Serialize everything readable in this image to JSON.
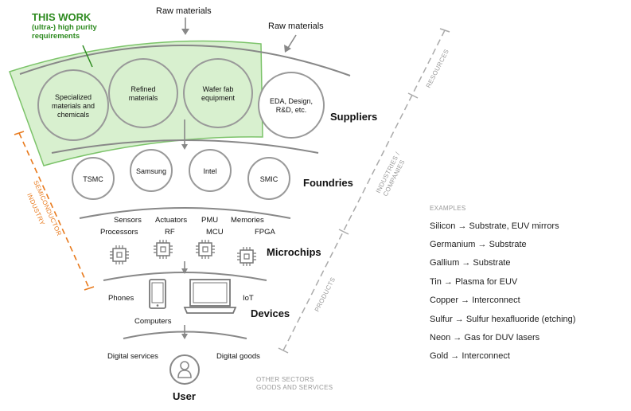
{
  "highlight": {
    "title": "THIS WORK",
    "subtitle_line1": "(ultra-) high purity",
    "subtitle_line2": "requirements",
    "color": "#2d8a1f",
    "fill": "#d8f0cf"
  },
  "raw_materials": {
    "top_label": "Raw materials",
    "side_label": "Raw materials"
  },
  "suppliers": {
    "title": "Suppliers",
    "nodes": [
      {
        "line1": "Specialized",
        "line2": "materials and",
        "line3": "chemicals"
      },
      {
        "line1": "Refined",
        "line2": "materials"
      },
      {
        "line1": "Wafer fab",
        "line2": "equipment"
      },
      {
        "line1": "EDA, Design,",
        "line2": "R&D, etc."
      }
    ]
  },
  "foundries": {
    "title": "Foundries",
    "nodes": [
      "TSMC",
      "Samsung",
      "Intel",
      "SMIC"
    ]
  },
  "microchips": {
    "title": "Microchips",
    "row1": [
      "Sensors",
      "Actuators",
      "PMU",
      "Memories"
    ],
    "row2": [
      "Processors",
      "RF",
      "MCU",
      "FPGA"
    ]
  },
  "devices": {
    "title": "Devices",
    "phones": "Phones",
    "computers": "Computers",
    "iot": "IoT"
  },
  "user": {
    "title": "User",
    "digital_services": "Digital services",
    "digital_goods": "Digital goods"
  },
  "side_axis": {
    "resources": "RESOURCES",
    "industries_line1": "INDUSTRIES /",
    "industries_line2": "COMPANIES",
    "products": "PRODUCTS",
    "semiconductor_line1": "SEMICONDUCTOR",
    "semiconductor_line2": "INDUSTRY",
    "semiconductor_color": "#e87a1d"
  },
  "footer": {
    "line1": "OTHER SECTORS",
    "line2": "GOODS AND SERVICES"
  },
  "examples": {
    "heading": "EXAMPLES",
    "items": [
      "Silicon → Substrate, EUV mirrors",
      "Germanium → Substrate",
      "Gallium → Substrate",
      "Tin → Plasma for EUV",
      "Copper → Interconnect",
      "Sulfur → Sulfur hexafluoride (etching)",
      "Neon → Gas for DUV lasers",
      "Gold → Interconnect"
    ]
  }
}
